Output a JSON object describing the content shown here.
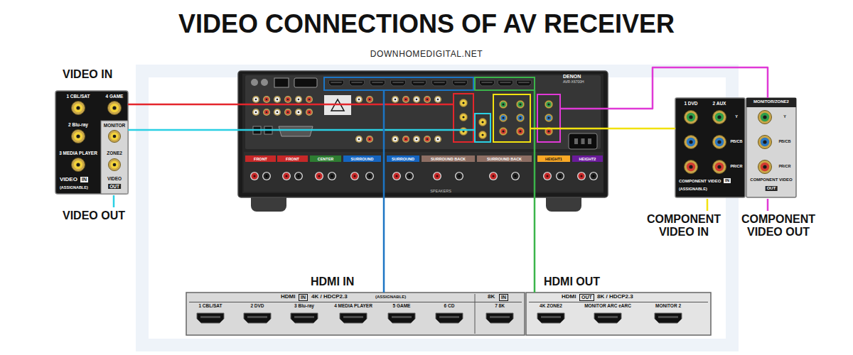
{
  "diagram": {
    "title": "VIDEO CONNECTIONS OF AV RECEIVER",
    "nodes": [
      {
        "text": [
          "1 CBL/SAT",
          "4 GAME",
          "2 Blu-ray",
          "3 MEDIA PLAYER",
          "VIDEO",
          "IN",
          "(ASSIGNABLE)"
        ]
      },
      {
        "text": [
          "MONITOR",
          "ZONE2",
          "VIDEO",
          "OUT"
        ],
        "in": 0
      },
      {
        "text": [
          "DENON",
          "AVR-X6700H"
        ]
      },
      {
        "text": [
          "1 DVD",
          "2 AUX",
          "Y",
          "PB/CB",
          "PR/CR",
          "COMPONENT VIDEO",
          "IN",
          "(ASSIGNABLE)"
        ]
      },
      {
        "text": [
          "MONITOR/ZONE2",
          "Y",
          "PB/CB",
          "PR/CR",
          "COMPONENT VIDEO",
          "OUT"
        ]
      },
      {
        "text": [
          "HDMI",
          "IN",
          "4K / HDCP2.3",
          "(ASSIGNABLE)",
          "1 CBL/SAT",
          "2 DVD",
          "3 Blu-ray",
          "4 MEDIA PLAYER",
          "5 GAME",
          "6 CD",
          "8K",
          "IN",
          "7 8K"
        ]
      },
      {
        "text": [
          "HDMI",
          "OUT",
          "8K / HDCP2.3",
          "4K ZONE2",
          "MONITOR ARC eARC",
          "MONITOR 2"
        ]
      }
    ],
    "edges": [
      {
        "from": 0,
        "to": 2,
        "arrow": "none"
      },
      {
        "from": 1,
        "to": 2,
        "arrow": "none"
      },
      {
        "from": 5,
        "to": 2,
        "arrow": "none"
      },
      {
        "from": 6,
        "to": 2,
        "arrow": "none"
      },
      {
        "from": 3,
        "to": 2,
        "arrow": "none"
      },
      {
        "from": 4,
        "to": 2,
        "arrow": "none"
      }
    ],
    "labels": [
      "DOWNHOMEDIGITAL.NET",
      "VIDEO IN",
      "VIDEO OUT",
      "COMPONENT VIDEO IN",
      "COMPONENT VIDEO OUT",
      "HDMI IN",
      "HDMI OUT",
      "FRONT",
      "FRONT",
      "CENTER",
      "SURROUND",
      "SURROUND",
      "SURROUND BACK",
      "SURROUND BACK",
      "HEIGHT1",
      "HEIGHT2",
      "SPEAKERS"
    ]
  }
}
